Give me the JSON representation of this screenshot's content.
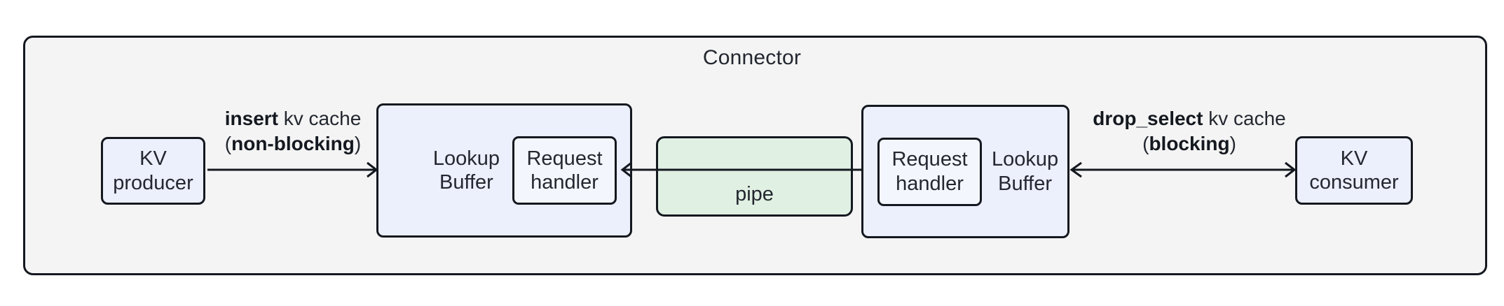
{
  "diagram": {
    "container": {
      "title": "Connector",
      "fill": "#f4f4f4",
      "stroke": "#14181f"
    },
    "nodes": {
      "kv_producer": {
        "label": "KV\nproducer",
        "fill": "#eceffc"
      },
      "kv_consumer": {
        "label": "KV\nconsumer",
        "fill": "#eceffc"
      },
      "lookup_buffer_left": {
        "label": "Lookup\nBuffer",
        "fill": "#eceffc"
      },
      "lookup_buffer_right": {
        "label": "Lookup\nBuffer",
        "fill": "#eceffc"
      },
      "request_handler_left": {
        "label": "Request\nhandler",
        "fill": "#f4f6fd"
      },
      "request_handler_right": {
        "label": "Request\nhandler",
        "fill": "#f4f6fd"
      },
      "pipe": {
        "label": "pipe",
        "fill": "#e0f0e3"
      }
    },
    "edges": {
      "insert": {
        "line1_strong": "insert",
        "line1_rest": " kv cache",
        "line2_open": "(",
        "line2_strong": "non-blocking",
        "line2_close": ")",
        "direction": "right",
        "from": "kv_producer",
        "to": "lookup_buffer_left"
      },
      "drop_select": {
        "line1_strong": "drop_select",
        "line1_rest": " kv cache",
        "line2_open": "(",
        "line2_strong": "blocking",
        "line2_close": ")",
        "direction": "both",
        "from": "lookup_buffer_right",
        "to": "kv_consumer"
      },
      "pipe_to_left_buffer": {
        "direction": "left",
        "from": "pipe",
        "to": "lookup_buffer_left"
      },
      "pipe_to_right_buffer": {
        "direction": "right",
        "from": "pipe",
        "to": "request_handler_right"
      }
    }
  }
}
